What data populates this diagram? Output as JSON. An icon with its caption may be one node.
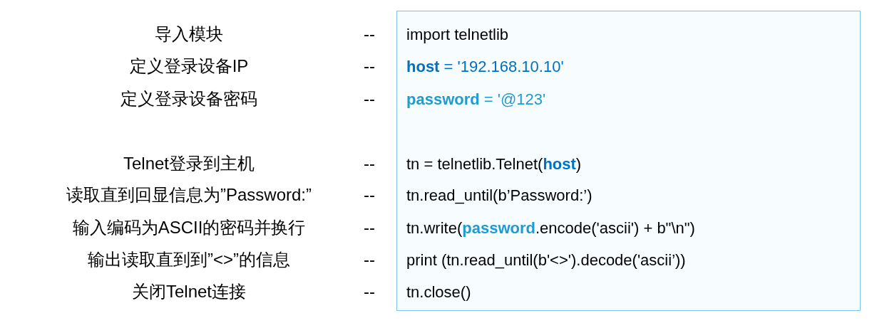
{
  "diagram": {
    "nodes": [
      {
        "text": [
          "import telnetlib",
          "**host** = '192.168.10.10'",
          "**password** = '@123'",
          "tn = telnetlib.Telnet(**host**)",
          "tn.read_until(b’Password:’)",
          "tn.write(**password**.encode('ascii') + b\"\\n\")",
          "print (tn.read_until(b'<>').decode('ascii’))",
          "tn.close()"
        ]
      }
    ],
    "labels": [
      "导入模块",
      "--",
      "定义登录设备IP",
      "--",
      "定义登录设备密码",
      "--",
      "Telnet登录到主机",
      "--",
      "读取直到回显信息为”Password:”",
      "--",
      "输入编码为ASCII的密码并换行",
      "--",
      "输出读取直到到”<>”的信息",
      "--",
      "关闭Telnet连接",
      "--"
    ]
  }
}
